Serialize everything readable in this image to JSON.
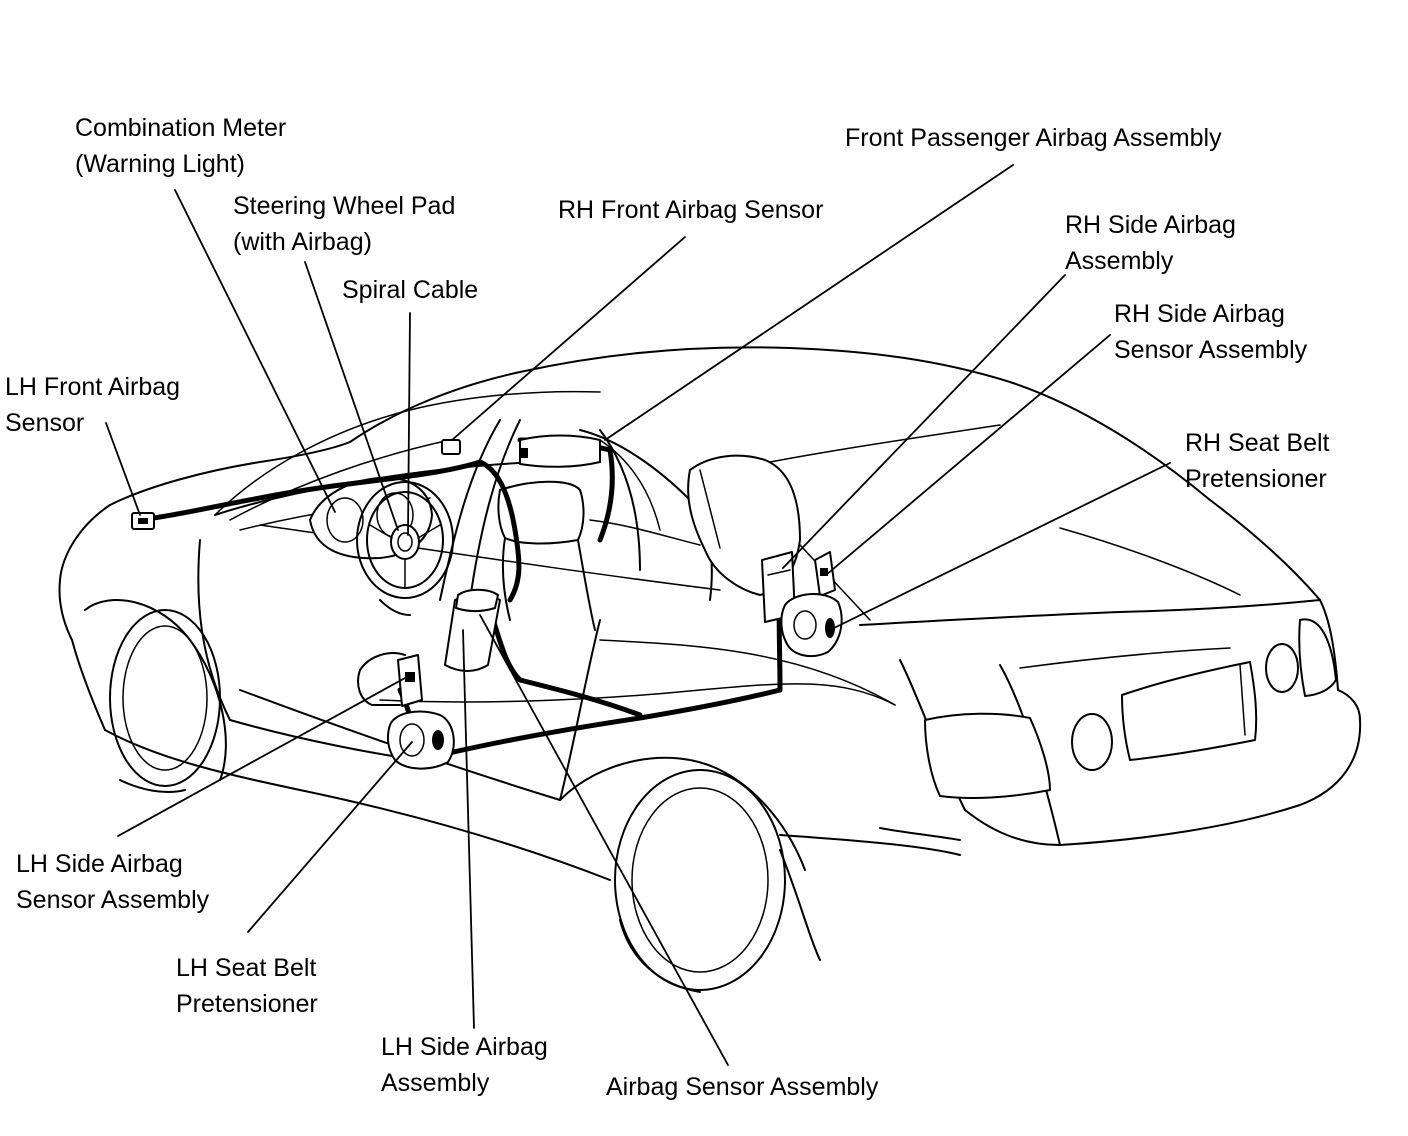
{
  "labels": {
    "combination_meter": [
      "Combination Meter",
      "(Warning Light)"
    ],
    "steering_wheel_pad": [
      "Steering Wheel Pad",
      "(with Airbag)"
    ],
    "spiral_cable": [
      "Spiral Cable"
    ],
    "rh_front_airbag_sensor": [
      "RH Front Airbag Sensor"
    ],
    "front_passenger_airbag": [
      "Front Passenger Airbag Assembly"
    ],
    "rh_side_airbag_assembly": [
      "RH Side Airbag",
      "Assembly"
    ],
    "rh_side_airbag_sensor": [
      "RH Side Airbag",
      "Sensor Assembly"
    ],
    "rh_seat_belt_pretensioner": [
      "RH Seat Belt",
      "Pretensioner"
    ],
    "lh_front_airbag_sensor": [
      "LH Front Airbag",
      "Sensor"
    ],
    "lh_side_airbag_sensor": [
      "LH Side Airbag",
      "Sensor Assembly"
    ],
    "lh_seat_belt_pretensioner": [
      "LH Seat Belt",
      "Pretensioner"
    ],
    "lh_side_airbag_assembly": [
      "LH Side Airbag",
      "Assembly"
    ],
    "airbag_sensor_assembly": [
      "Airbag Sensor Assembly"
    ]
  },
  "colors": {
    "line": "#000000",
    "background": "#ffffff"
  }
}
